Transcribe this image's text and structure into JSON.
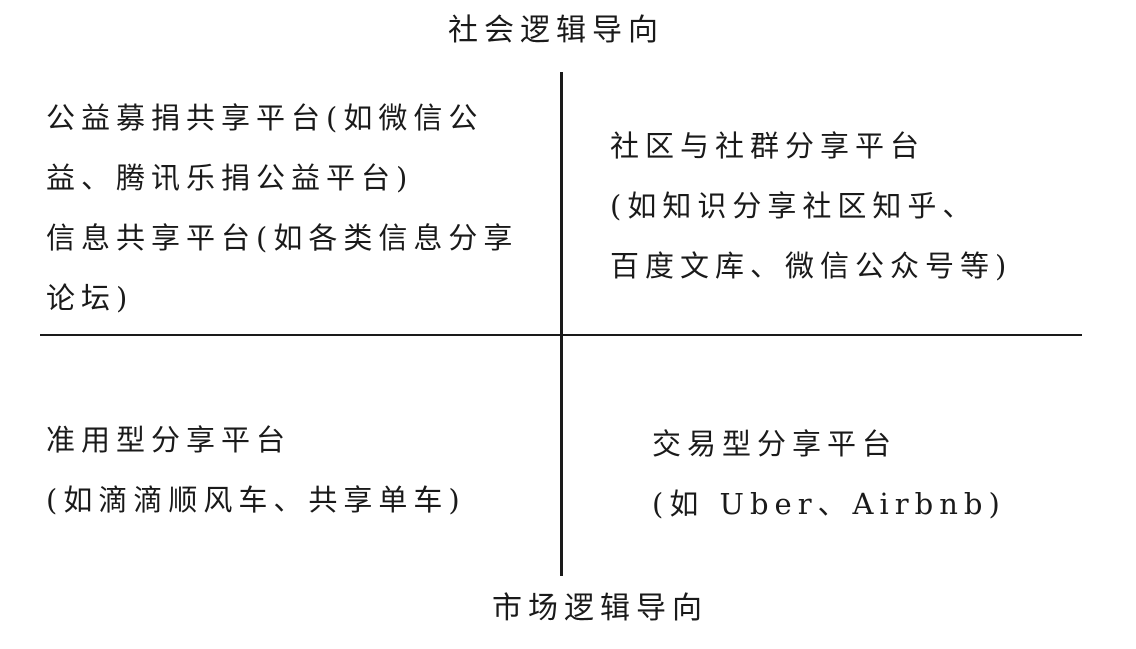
{
  "axes": {
    "top": "社会逻辑导向",
    "bottom": "市场逻辑导向"
  },
  "quadrants": {
    "top_left": {
      "lines": [
        "公益募捐共享平台(如微信公",
        "益、腾讯乐捐公益平台)",
        "信息共享平台(如各类信息分享",
        "论坛)"
      ]
    },
    "top_right": {
      "lines": [
        "社区与社群分享平台",
        "(如知识分享社区知乎、",
        "百度文库、微信公众号等)"
      ]
    },
    "bottom_left": {
      "lines": [
        "准用型分享平台",
        "(如滴滴顺风车、共享单车)"
      ]
    },
    "bottom_right": {
      "lines": [
        "交易型分享平台",
        "(如 Uber、Airbnb)"
      ]
    }
  }
}
